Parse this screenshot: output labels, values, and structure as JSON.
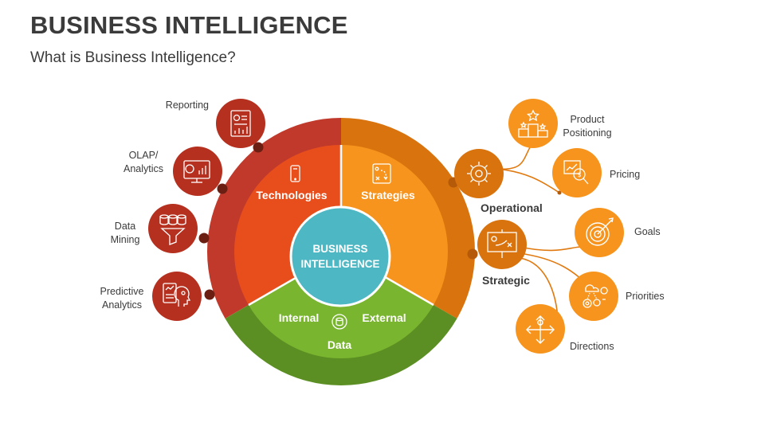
{
  "header": {
    "title": "BUSINESS INTELLIGENCE",
    "subtitle": "What is Business Intelligence?"
  },
  "colors": {
    "technologies": "#E84E1C",
    "technologies_ring": "#C0392B",
    "strategies": "#F7941D",
    "strategies_ring": "#D9730D",
    "data": "#7AB52F",
    "data_ring": "#5C8F23",
    "center": "#4DB8C4",
    "left_circles": "#B5301F",
    "right_circles": "#F7941D",
    "connector_left": "#8B2A17",
    "connector_right": "#E07A10"
  },
  "center": {
    "line1": "BUSINESS",
    "line2": "INTELLIGENCE"
  },
  "segments": {
    "technologies": {
      "label": "Technologies",
      "icon": "mobile-phone-icon"
    },
    "strategies": {
      "label": "Strategies",
      "icon": "strategy-board-icon"
    },
    "data": {
      "label": "Data",
      "internal": "Internal",
      "external": "External",
      "icon": "database-sync-icon"
    }
  },
  "technologies_items": [
    {
      "label": "Reporting",
      "icon": "report-document-icon"
    },
    {
      "label": "OLAP/ Analytics",
      "line1": "OLAP/",
      "line2": "Analytics",
      "icon": "analytics-monitor-icon"
    },
    {
      "label": "Data Mining",
      "line1": "Data",
      "line2": "Mining",
      "icon": "database-funnel-icon"
    },
    {
      "label": "Predictive Analytics",
      "line1": "Predictive",
      "line2": "Analytics",
      "icon": "brain-chart-icon"
    }
  ],
  "operational": {
    "label": "Operational",
    "icon": "gear-icon",
    "items": [
      {
        "line1": "Product",
        "line2": "Positioning",
        "icon": "podium-star-icon"
      },
      {
        "label": "Pricing",
        "icon": "price-search-icon"
      }
    ]
  },
  "strategic": {
    "label": "Strategic",
    "icon": "presentation-board-icon",
    "items": [
      {
        "label": "Goals",
        "icon": "target-icon"
      },
      {
        "label": "Priorities",
        "icon": "priorities-icon"
      },
      {
        "label": "Directions",
        "icon": "directions-icon"
      }
    ]
  }
}
